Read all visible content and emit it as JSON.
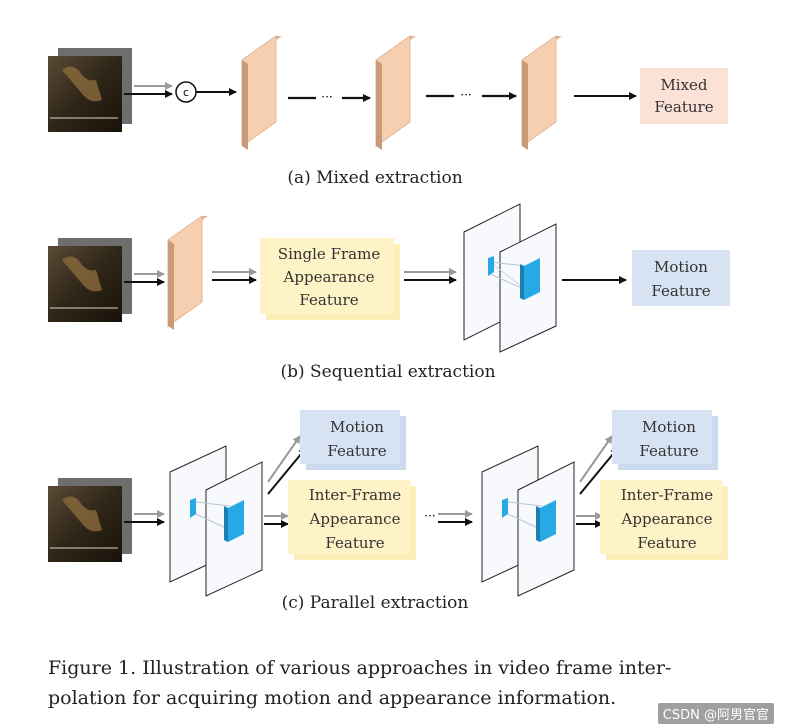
{
  "panels": {
    "a": {
      "caption": "(a) Mixed extraction",
      "concat_symbol": "c",
      "output": [
        "Mixed",
        "Feature"
      ],
      "ellipsis": "···"
    },
    "b": {
      "caption": "(b) Sequential extraction",
      "appearance": [
        "Single Frame",
        "Appearance",
        "Feature"
      ],
      "motion": [
        "Motion",
        "Feature"
      ]
    },
    "c": {
      "caption": "(c) Parallel extraction",
      "motion": [
        "Motion",
        "Feature"
      ],
      "appearance": [
        "Inter-Frame",
        "Appearance",
        "Feature"
      ],
      "ellipsis": "···"
    }
  },
  "figure_caption": {
    "line1": "Figure 1.  Illustration of various approaches in video frame inter-",
    "line2": "polation for acquiring motion and appearance information."
  },
  "watermark": "CSDN @阿男官官",
  "colors": {
    "cnn_block_front": "#f6cfb0",
    "cnn_block_side": "#c79a7a",
    "mixed_box": "#fbe1d6",
    "appearance_box": "#fdf3c6",
    "motion_box": "#d7e3f3",
    "flow_cube": "#29a8e6"
  }
}
